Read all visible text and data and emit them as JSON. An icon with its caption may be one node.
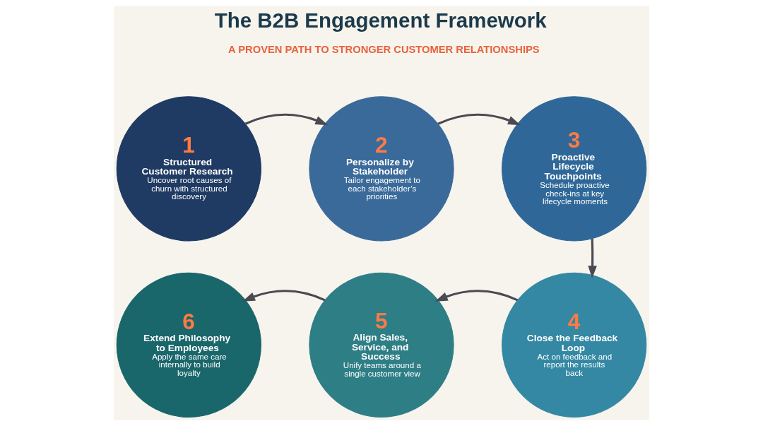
{
  "diagram": {
    "title": "The B2B Engagement Framework",
    "nodes": [
      {
        "text": [
          "1",
          "Structured Customer Research",
          "Uncover root causes of churn with structured discovery"
        ]
      },
      {
        "text": [
          "2",
          "Personalize by Stakeholder",
          "Tailor engagement to each stakeholder’s priorities"
        ]
      },
      {
        "text": [
          "3",
          "Proactive Lifecycle Touchpoints",
          "Schedule proactive check-ins at key lifecycle moments"
        ]
      },
      {
        "text": [
          "4",
          "Close the Feedback Loop",
          "Act on feedback and report the results back"
        ]
      },
      {
        "text": [
          "5",
          "Align Sales, Service, and Success",
          "Unify teams around a single customer view"
        ]
      },
      {
        "text": [
          "6",
          "Extend Philosophy to Employees",
          "Apply the same care internally to build loyalty"
        ]
      }
    ],
    "edges": [
      {
        "from": 0,
        "to": 1,
        "arrow": "to"
      },
      {
        "from": 1,
        "to": 2,
        "arrow": "to"
      },
      {
        "from": 2,
        "to": 3,
        "arrow": "to"
      },
      {
        "from": 3,
        "to": 4,
        "arrow": "to"
      },
      {
        "from": 4,
        "to": 5,
        "arrow": "to"
      }
    ],
    "labels": [
      "A PROVEN PATH TO STRONGER CUSTOMER RELATIONSHIPS"
    ]
  }
}
